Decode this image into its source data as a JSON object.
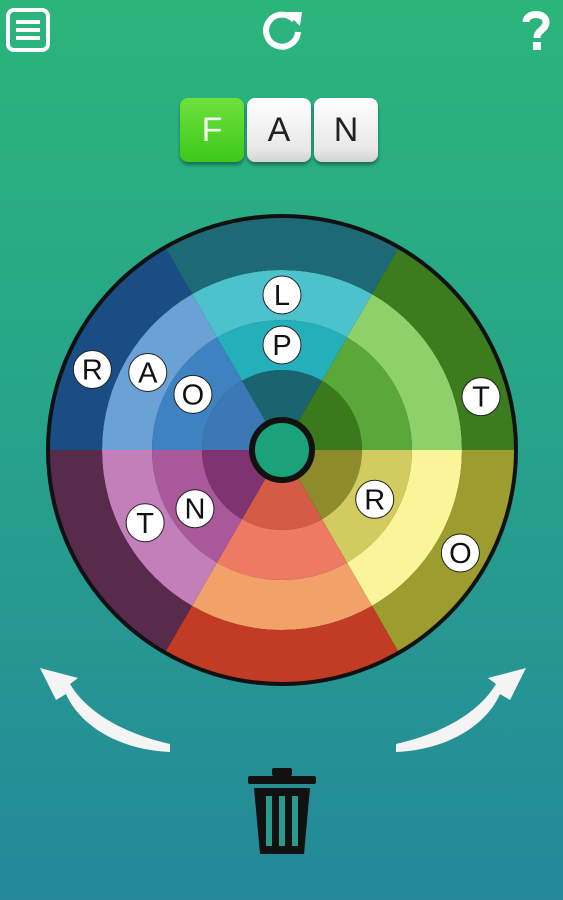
{
  "toolbar": {
    "menu_icon": "menu-icon",
    "restart_icon": "restart-icon",
    "help_icon": "help-icon"
  },
  "word": {
    "letters": [
      {
        "char": "F",
        "active": true
      },
      {
        "char": "A",
        "active": false
      },
      {
        "char": "N",
        "active": false
      }
    ]
  },
  "wheel": {
    "segments": [
      {
        "id": "top",
        "colors": [
          "#1a6470",
          "#24b0bb",
          "#4cc3cc",
          "#1d6a76"
        ]
      },
      {
        "id": "upper-right",
        "colors": [
          "#3a7a1c",
          "#5aa83a",
          "#8ed06a",
          "#3c7c1e"
        ]
      },
      {
        "id": "lower-right",
        "colors": [
          "#8e8c2a",
          "#d2cc60",
          "#fbf59a",
          "#9d9c2e"
        ]
      },
      {
        "id": "bottom",
        "colors": [
          "#d45c47",
          "#ef7a63",
          "#f2a268",
          "#c23b25"
        ]
      },
      {
        "id": "lower-left",
        "colors": [
          "#7f3370",
          "#a9589a",
          "#c27fba",
          "#582a4b"
        ]
      },
      {
        "id": "upper-left",
        "colors": [
          "#3b78b4",
          "#3e82c2",
          "#6aa2d6",
          "#1b4d85"
        ]
      }
    ],
    "letters": [
      {
        "char": "L",
        "seg": "top",
        "angle": 0,
        "ring": 3
      },
      {
        "char": "P",
        "seg": "top",
        "angle": 0,
        "ring": 2
      },
      {
        "char": "T",
        "seg": "upper-right",
        "angle": 75,
        "ring": 4
      },
      {
        "char": "R",
        "seg": "lower-right",
        "angle": 118,
        "ring": 2
      },
      {
        "char": "O",
        "seg": "lower-right",
        "angle": 120,
        "ring": 4
      },
      {
        "char": "T",
        "seg": "lower-left",
        "angle": 242,
        "ring": 3
      },
      {
        "char": "N",
        "seg": "lower-left",
        "angle": 236,
        "ring": 2
      },
      {
        "char": "O",
        "seg": "upper-left",
        "angle": 302,
        "ring": 2
      },
      {
        "char": "A",
        "seg": "upper-left",
        "angle": 300,
        "ring": 3
      },
      {
        "char": "R",
        "seg": "upper-left",
        "angle": 293,
        "ring": 4
      }
    ]
  },
  "controls": {
    "rotate_left_icon": "rotate-left-arrow-icon",
    "rotate_right_icon": "rotate-right-arrow-icon",
    "trash_icon": "trash-icon"
  },
  "colors": {
    "bg_top": "#2bb57a",
    "bg_bottom": "#24889a",
    "tile_active": "#4ed528",
    "hub": "#1aa27a",
    "rim": "#111111"
  }
}
